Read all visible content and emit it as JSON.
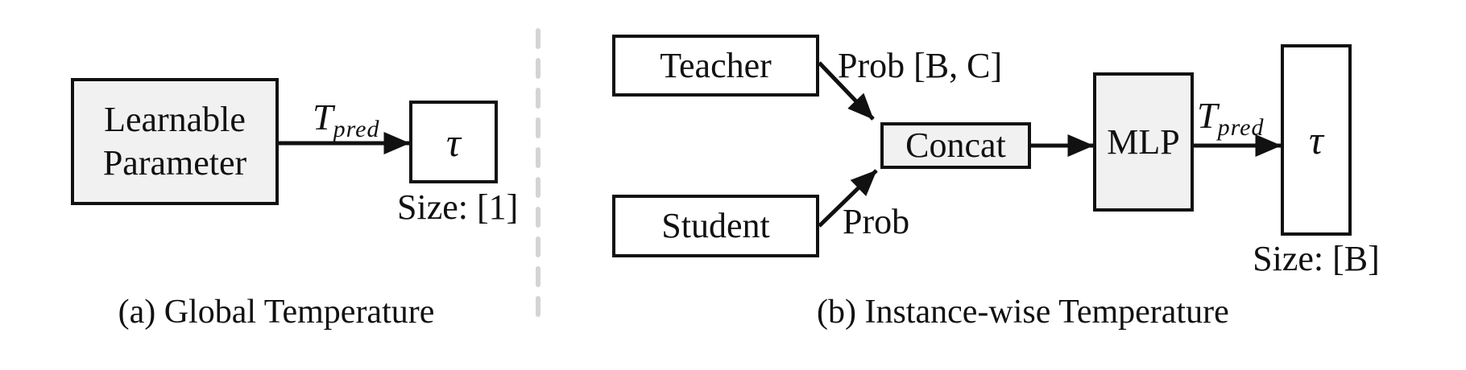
{
  "colors": {
    "stroke": "#111111",
    "box_fill_gray": "#f1f1f1",
    "box_fill_white": "#ffffff",
    "divider_gray": "#d4d4d4"
  },
  "panel_a": {
    "caption": "(a) Global Temperature",
    "learnable_param_label": "Learnable Parameter",
    "tau_symbol": "τ",
    "size_label": "Size: [1]",
    "tpred": {
      "base": "T",
      "sub": "pred"
    }
  },
  "panel_b": {
    "caption": "(b) Instance-wise Temperature",
    "teacher_label": "Teacher",
    "student_label": "Student",
    "concat_label": "Concat",
    "mlp_label": "MLP",
    "tau_symbol": "τ",
    "size_label": "Size: [B]",
    "teacher_arrow_label": "Prob [B, C]",
    "student_arrow_label": "Prob",
    "tpred": {
      "base": "T",
      "sub": "pred"
    }
  }
}
